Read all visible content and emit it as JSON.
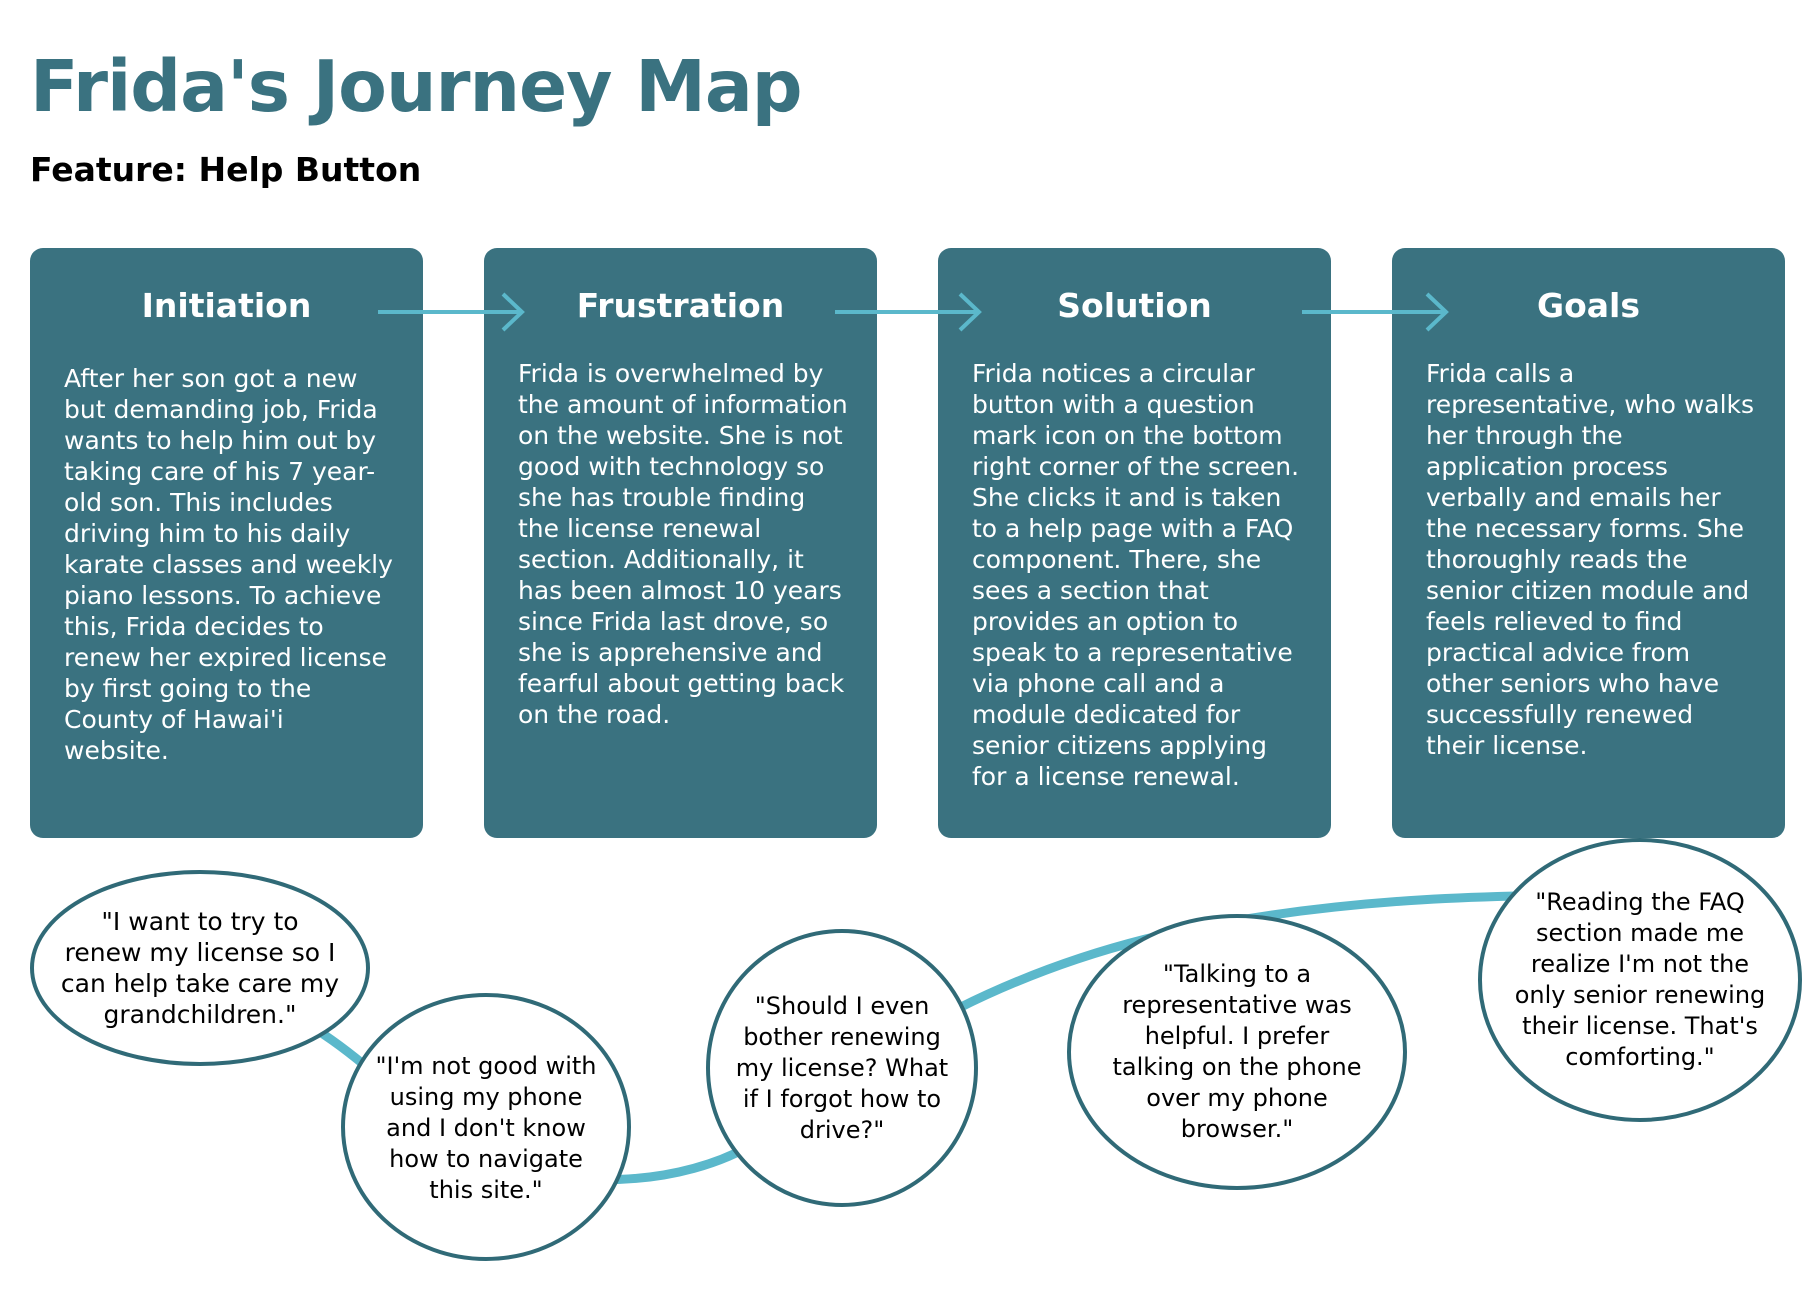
{
  "title": "Frida's Journey Map",
  "subtitle": "Feature: Help Button",
  "colors": {
    "card": "#3a7280",
    "title": "#3a7280",
    "connector": "#5bb8cb",
    "bubble_border": "#306a77"
  },
  "stages": [
    {
      "title": "Initiation",
      "body": "After her son got a new but demanding job, Frida wants to help him out by taking care of his 7 year-old son. This includes driving him to his daily karate classes and weekly piano lessons. To achieve this, Frida decides to renew her expired license by first going to the County of Hawai'i website."
    },
    {
      "title": "Frustration",
      "body": "Frida is overwhelmed by the amount of information on the website. She is not good with technology so she has trouble finding the license renewal section. Additionally, it has been almost 10 years since Frida last drove, so she is apprehensive and fearful about getting back on the road."
    },
    {
      "title": "Solution",
      "body": "Frida notices a circular button with a question mark icon on the bottom right corner of the screen. She clicks it and is taken to a help page with a FAQ component. There, she sees a section that provides an option to speak to a representative via phone call and a module dedicated for senior citizens applying for a license renewal."
    },
    {
      "title": "Goals",
      "body": "Frida calls a representative, who walks her through the application process verbally and emails her the necessary forms. She thoroughly reads the senior citizen module and feels relieved to find practical advice from other seniors who have successfully renewed their license."
    }
  ],
  "quotes": [
    "\"I want to try to renew my license so I can help take care my grandchildren.\"",
    "\"I'm not good with using my phone and I don't know how to navigate this site.\"",
    "\"Should I even bother renewing my license? What if I forgot how to drive?\"",
    "\"Talking to a representative was helpful. I prefer talking on the phone over my phone browser.\"",
    "\"Reading the FAQ section made me realize I'm not the only senior renewing their license. That's comforting.\""
  ]
}
